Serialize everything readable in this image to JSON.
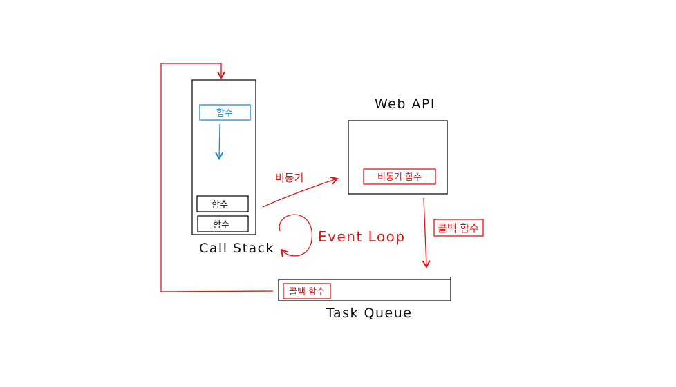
{
  "colors": {
    "ink": "#111111",
    "red": "#e01414",
    "blue": "#1a8ad4",
    "background": "#ffffff"
  },
  "call_stack": {
    "label": "Call Stack",
    "active_function": "함수",
    "stack_items": [
      "함수",
      "함수"
    ]
  },
  "web_api": {
    "label": "Web API",
    "item": "비동기 함수"
  },
  "task_queue": {
    "label": "Task Queue",
    "item": "콜백 함수"
  },
  "arrows": {
    "async_label": "비동기",
    "callback_label": "콜백 함수",
    "event_loop_label": "Event Loop"
  }
}
